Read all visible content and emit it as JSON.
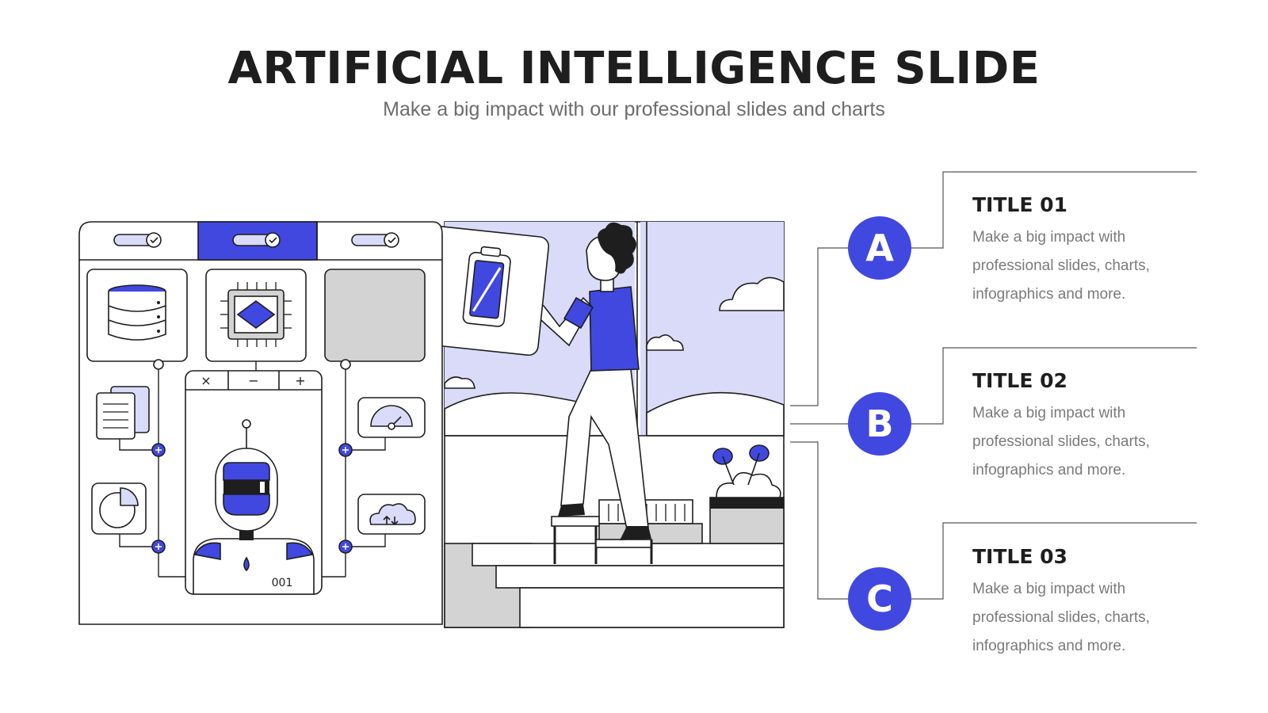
{
  "slide": {
    "title": "ARTIFICIAL INTELLIGENCE SLIDE",
    "subtitle": "Make a big impact with our professional slides and charts"
  },
  "illustration": {
    "window_controls": [
      "×",
      "−",
      "+"
    ],
    "robot_label": "001"
  },
  "items": [
    {
      "letter": "A",
      "title": "TITLE 01",
      "description": "Make a big impact with professional slides, charts, infographics and more."
    },
    {
      "letter": "B",
      "title": "TITLE 02",
      "description": "Make a big impact with professional slides, charts, infographics and more."
    },
    {
      "letter": "C",
      "title": "TITLE 03",
      "description": "Make a big impact with professional slides, charts, infographics and more."
    }
  ],
  "colors": {
    "accent": "#4148e0",
    "accent_light": "#d9dbf8",
    "gray": "#d3d3d3",
    "outline": "#1e1e1e",
    "text_gray": "#7a7a7a"
  }
}
